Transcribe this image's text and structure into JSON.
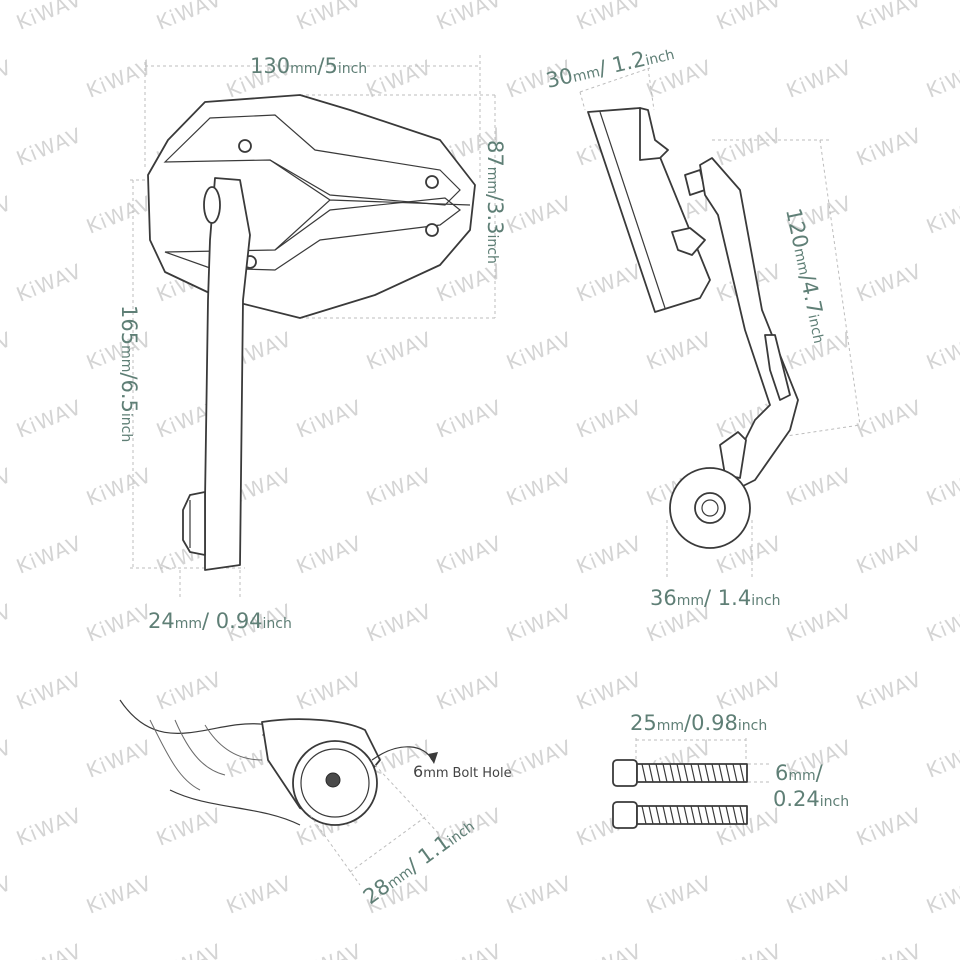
{
  "brand_watermark": "KiWAV",
  "dimensions": {
    "mirror_width": {
      "value": "130",
      "unit_mm": "mm",
      "sep": "/",
      "imperial": "5",
      "unit_in": "inch"
    },
    "mirror_height": {
      "value": "87",
      "unit_mm": "mm",
      "sep": "/",
      "imperial": "3.3",
      "unit_in": "inch"
    },
    "total_length": {
      "value": "165",
      "unit_mm": "mm",
      "sep": "/",
      "imperial": "6.5",
      "unit_in": "inch"
    },
    "arm_width": {
      "value": "24",
      "unit_mm": "mm",
      "sep": "/ ",
      "imperial": "0.94",
      "unit_in": "inch"
    },
    "mirror_depth": {
      "value": "30",
      "unit_mm": "mm",
      "sep": "/ ",
      "imperial": "1.2",
      "unit_in": "inch"
    },
    "arm_length": {
      "value": "120",
      "unit_mm": "mm",
      "sep": "/",
      "imperial": "4.7",
      "unit_in": "inch"
    },
    "clamp_width": {
      "value": "36",
      "unit_mm": "mm",
      "sep": "/ ",
      "imperial": "1.4",
      "unit_in": "inch"
    },
    "clamp_diameter": {
      "value": "28",
      "unit_mm": "mm",
      "sep": "/ ",
      "imperial": "1.1",
      "unit_in": "inch"
    },
    "bolt_length": {
      "value": "25",
      "unit_mm": "mm",
      "sep": "/",
      "imperial": "0.98",
      "unit_in": "inch"
    },
    "bolt_diameter": {
      "value": "6",
      "unit_mm": "mm",
      "sep": "/",
      "imperial": "0.24",
      "unit_in": "inch"
    }
  },
  "bolt_hole": {
    "value": "6",
    "unit": "mm",
    "label": "Bolt Hole"
  }
}
